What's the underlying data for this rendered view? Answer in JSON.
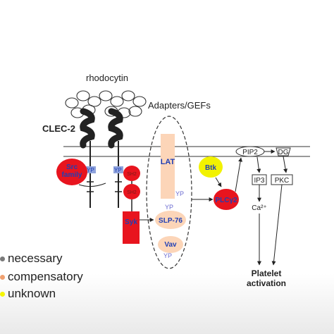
{
  "labels": {
    "rhodocytin": "rhodocytin",
    "adapters": "Adapters/GEFs",
    "clec2": "CLEC-2",
    "src": [
      "Src",
      "family"
    ],
    "yp": "YP",
    "sh2": "SH2",
    "syk": "Syk",
    "lat": "LAT",
    "slp76": "SLP-76",
    "vav": "Vav",
    "btk": "Btk",
    "plc": "PLCγ2",
    "pip2": "PIP2",
    "dg": "DG",
    "ip3": "IP3",
    "pkc": "PKC",
    "ca": "Ca²⁺",
    "platelet": [
      "Platelet",
      "activation"
    ]
  },
  "legend": [
    {
      "label": "necessary",
      "color": "#7a7a7a"
    },
    {
      "label": "compensatory",
      "color": "#f0a070"
    },
    {
      "label": "unknown",
      "color": "#f5f500"
    }
  ],
  "colors": {
    "red": "#e8141e",
    "peach": "#fcd5b8",
    "yellow": "#f2f200",
    "blue": "#1f3fb5",
    "yp_box": "#8fa3dc"
  }
}
